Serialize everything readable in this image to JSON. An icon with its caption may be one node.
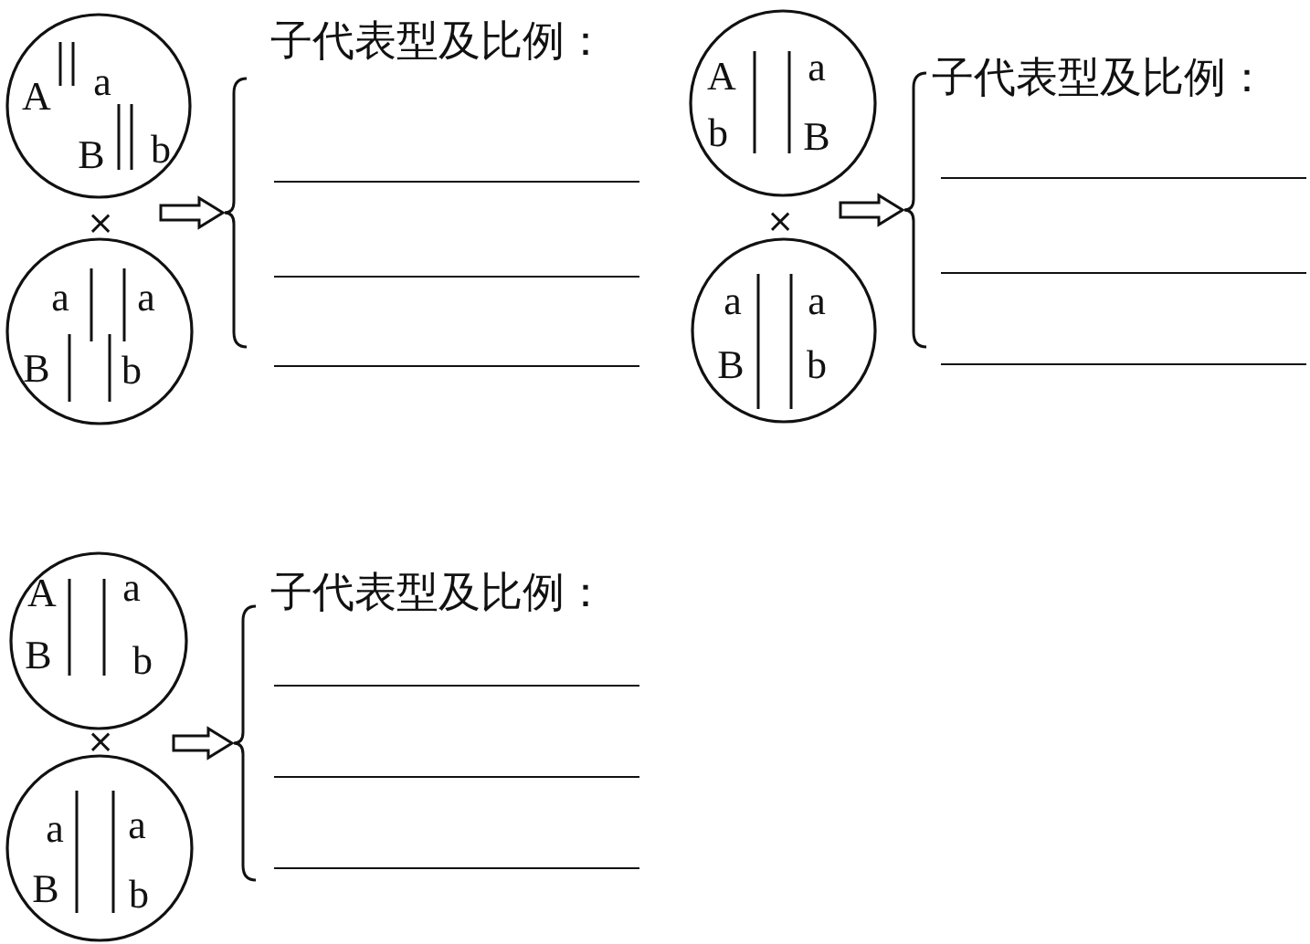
{
  "diagram": {
    "nodes": [
      {
        "text": [
          "A",
          "a",
          "B",
          "b"
        ]
      },
      {
        "text": [
          "a",
          "a",
          "B",
          "b"
        ]
      },
      {
        "text": [
          "子代表型及比例："
        ]
      },
      {
        "text": [
          "A",
          "a",
          "b",
          "B"
        ]
      },
      {
        "text": [
          "a",
          "a",
          "B",
          "b"
        ]
      },
      {
        "text": [
          "子代表型及比例："
        ]
      },
      {
        "text": [
          "A",
          "a",
          "B",
          "b"
        ]
      },
      {
        "text": [
          "a",
          "a",
          "B",
          "b"
        ]
      },
      {
        "text": [
          "子代表型及比例："
        ]
      }
    ],
    "edges": [
      {
        "from": null,
        "to": 2,
        "arrow": "to"
      },
      {
        "from": null,
        "to": 5,
        "arrow": "to"
      },
      {
        "from": null,
        "to": 8,
        "arrow": "to"
      }
    ],
    "labels": [
      "×",
      "×",
      "×"
    ]
  }
}
